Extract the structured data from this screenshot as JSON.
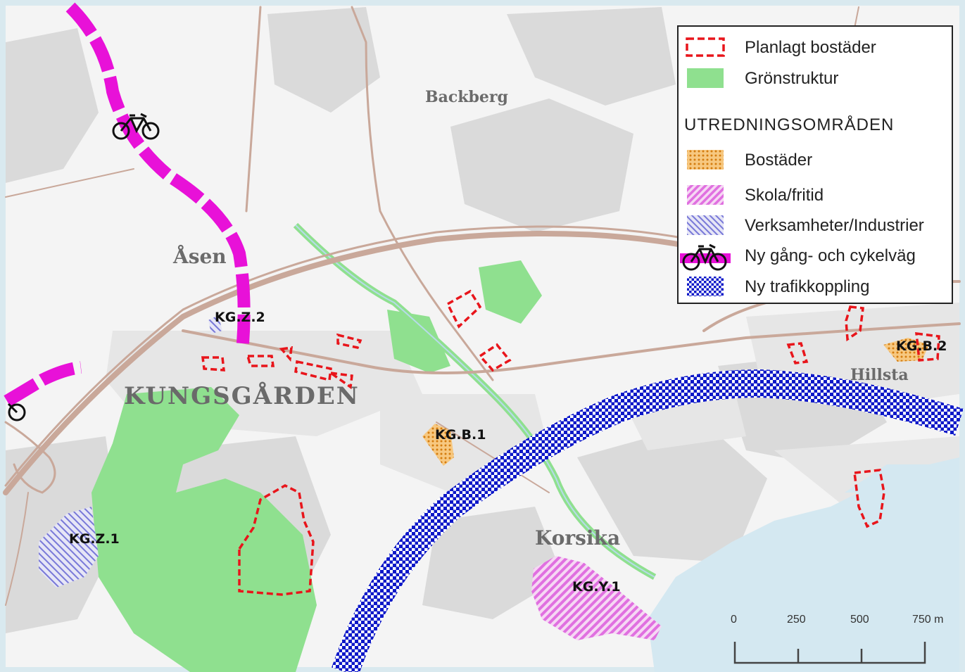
{
  "legend": {
    "items": [
      {
        "label": "Planlagt bostäder",
        "symbol": "red-dashed-outline"
      },
      {
        "label": "Grönstruktur",
        "symbol": "green-fill"
      }
    ],
    "section_title": "UTREDNINGSOMRÅDEN",
    "section_items": [
      {
        "label": "Bostäder",
        "symbol": "orange-dots"
      },
      {
        "label": "Skola/fritid",
        "symbol": "magenta-hatch"
      },
      {
        "label": "Verksamheter/Industrier",
        "symbol": "blue-hatch"
      },
      {
        "label": "Ny gång- och cykelväg",
        "symbol": "bicycle-icon"
      },
      {
        "label": "Ny trafikkoppling",
        "symbol": "blue-dots"
      }
    ]
  },
  "places": {
    "backberg": "Backberg",
    "asen": "Åsen",
    "kungsgarden": "KUNGSGÅRDEN",
    "hillsta": "Hillsta",
    "korsika": "Korsika"
  },
  "zones": {
    "kgz2": "KG.Z.2",
    "kgb2": "KG.B.2",
    "kgb1": "KG.B.1",
    "kgz1": "KG.Z.1",
    "kgy1": "KG.Y.1"
  },
  "scalebar": {
    "ticks": [
      "0",
      "250",
      "500",
      "750 m"
    ]
  },
  "colors": {
    "water": "#d4e8f1",
    "land": "#f4f4f4",
    "urban": "#e4e4e4",
    "forest": "#d6d6d6",
    "road": "#c9a89a",
    "green": "#8fe08f",
    "planned": "#e8151b",
    "cycle": "#e811d8",
    "traffic": "#0d18c8",
    "housing_study": "#f0a640",
    "school": "#e070e0",
    "industry": "#7878d8"
  }
}
